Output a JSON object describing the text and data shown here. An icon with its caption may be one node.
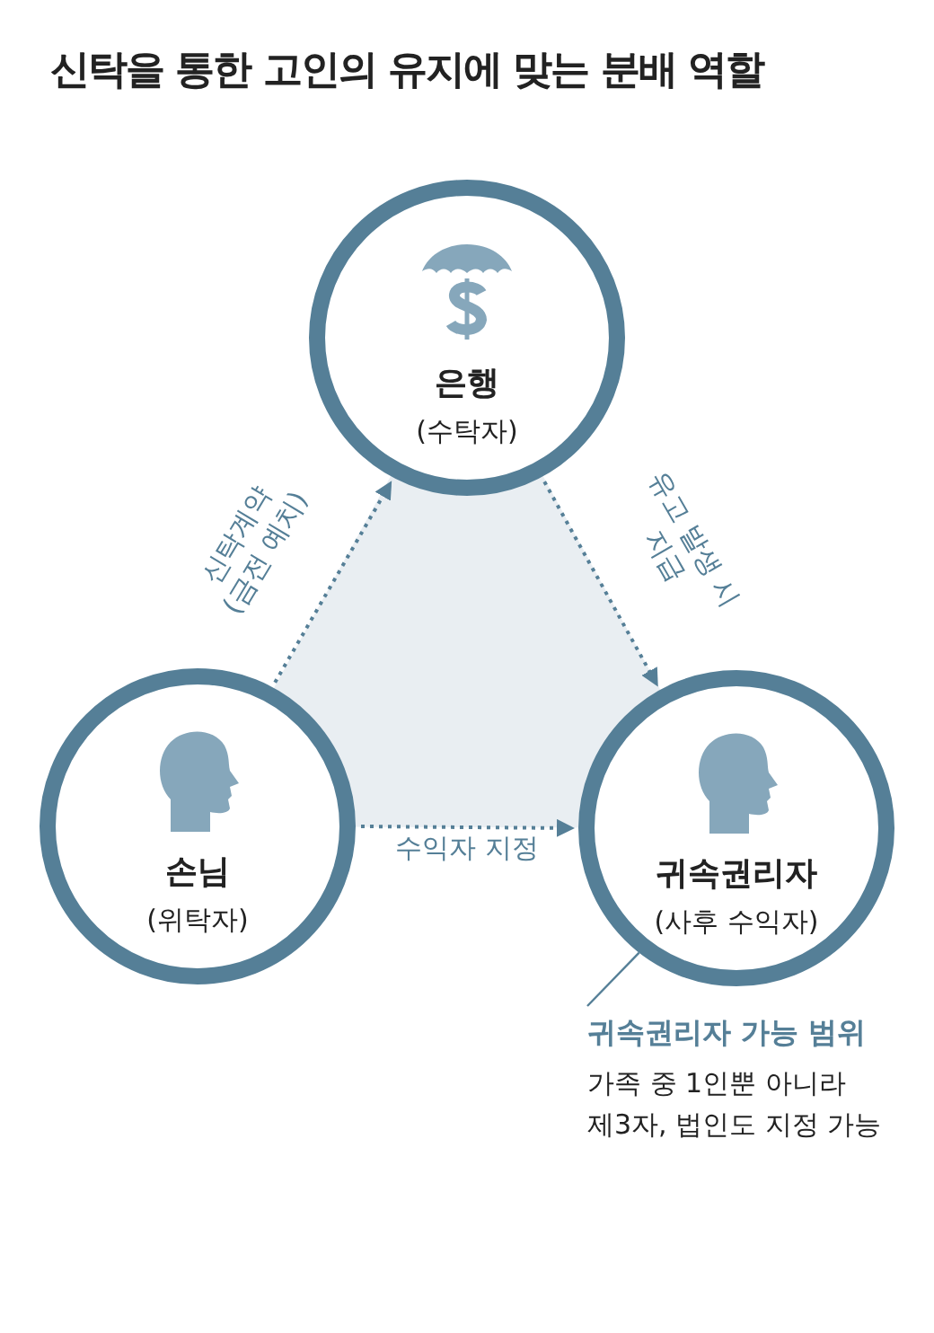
{
  "diagram": {
    "title": "신탁을 통한 고인의 유지에 맞는 분배 역할",
    "nodes": [
      {
        "text": [
          "은행",
          "(수탁자)"
        ]
      },
      {
        "text": [
          "손님",
          "(위탁자)"
        ]
      },
      {
        "text": [
          "귀속권리자",
          "(사후 수익자)"
        ]
      },
      {
        "text": [
          "귀속권리자 가능 범위",
          "가족 중 1인뿐 아니라 제3자, 법인도 지정 가능"
        ]
      }
    ],
    "edges": [
      {
        "from": 1,
        "to": 0,
        "arrow": "to",
        "label": "신탁계약 (금전 예치)",
        "style": "dashed"
      },
      {
        "from": 0,
        "to": 2,
        "arrow": "to",
        "label": "유고 발생 시 지급",
        "style": "dashed"
      },
      {
        "from": 1,
        "to": 2,
        "arrow": "to",
        "label": "수익자 지정",
        "style": "dashed"
      },
      {
        "from": 3,
        "to": 2,
        "arrow": "none"
      }
    ]
  }
}
